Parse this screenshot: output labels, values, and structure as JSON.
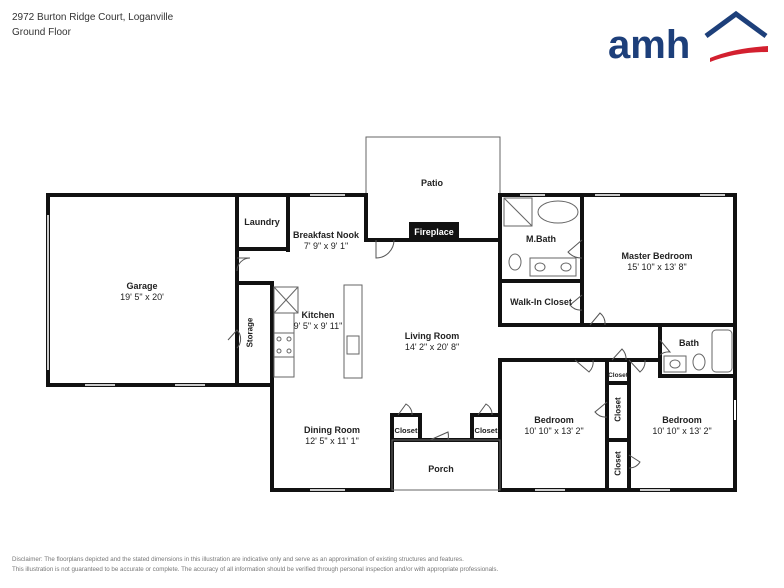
{
  "header": {
    "address": "2972 Burton Ridge Court, Loganville",
    "floor": "Ground Floor"
  },
  "logo": {
    "text": "amh",
    "text_color": "#1d3f7a",
    "accent_color": "#d3202f"
  },
  "fireplace_label": "Fireplace",
  "rooms": {
    "patio": {
      "name": "Patio"
    },
    "laundry": {
      "name": "Laundry"
    },
    "breakfast": {
      "name": "Breakfast Nook",
      "dims": "7' 9\" x 9' 1\""
    },
    "garage": {
      "name": "Garage",
      "dims": "19' 5\" x 20'"
    },
    "storage": {
      "name": "Storage"
    },
    "kitchen": {
      "name": "Kitchen",
      "dims": "9' 5\" x 9' 11\""
    },
    "living": {
      "name": "Living Room",
      "dims": "14' 2\" x 20' 8\""
    },
    "mbath": {
      "name": "M.Bath"
    },
    "master": {
      "name": "Master Bedroom",
      "dims": "15' 10\" x 13' 8\""
    },
    "walkin": {
      "name": "Walk-In Closet"
    },
    "bath": {
      "name": "Bath"
    },
    "dining": {
      "name": "Dining Room",
      "dims": "12' 5\" x 11' 1\""
    },
    "closet_a": {
      "name": "Closet"
    },
    "closet_b": {
      "name": "Closet"
    },
    "porch": {
      "name": "Porch"
    },
    "bedroom1": {
      "name": "Bedroom",
      "dims": "10' 10\" x 13' 2\""
    },
    "bedroom2": {
      "name": "Bedroom",
      "dims": "10' 10\" x 13' 2\""
    },
    "closet_c": {
      "name": "Closet"
    },
    "closet_d": {
      "name": "Closet"
    },
    "closet_e": {
      "name": "Closet"
    }
  },
  "disclaimer": {
    "line1": "Disclaimer: The floorplans depicted and the stated dimensions in this illustration are indicative only and serve as an approximation of existing structures and features.",
    "line2": "This illustration is not guaranteed to be accurate or complete. The accuracy of all information should be verified through personal inspection and/or with appropriate professionals."
  }
}
